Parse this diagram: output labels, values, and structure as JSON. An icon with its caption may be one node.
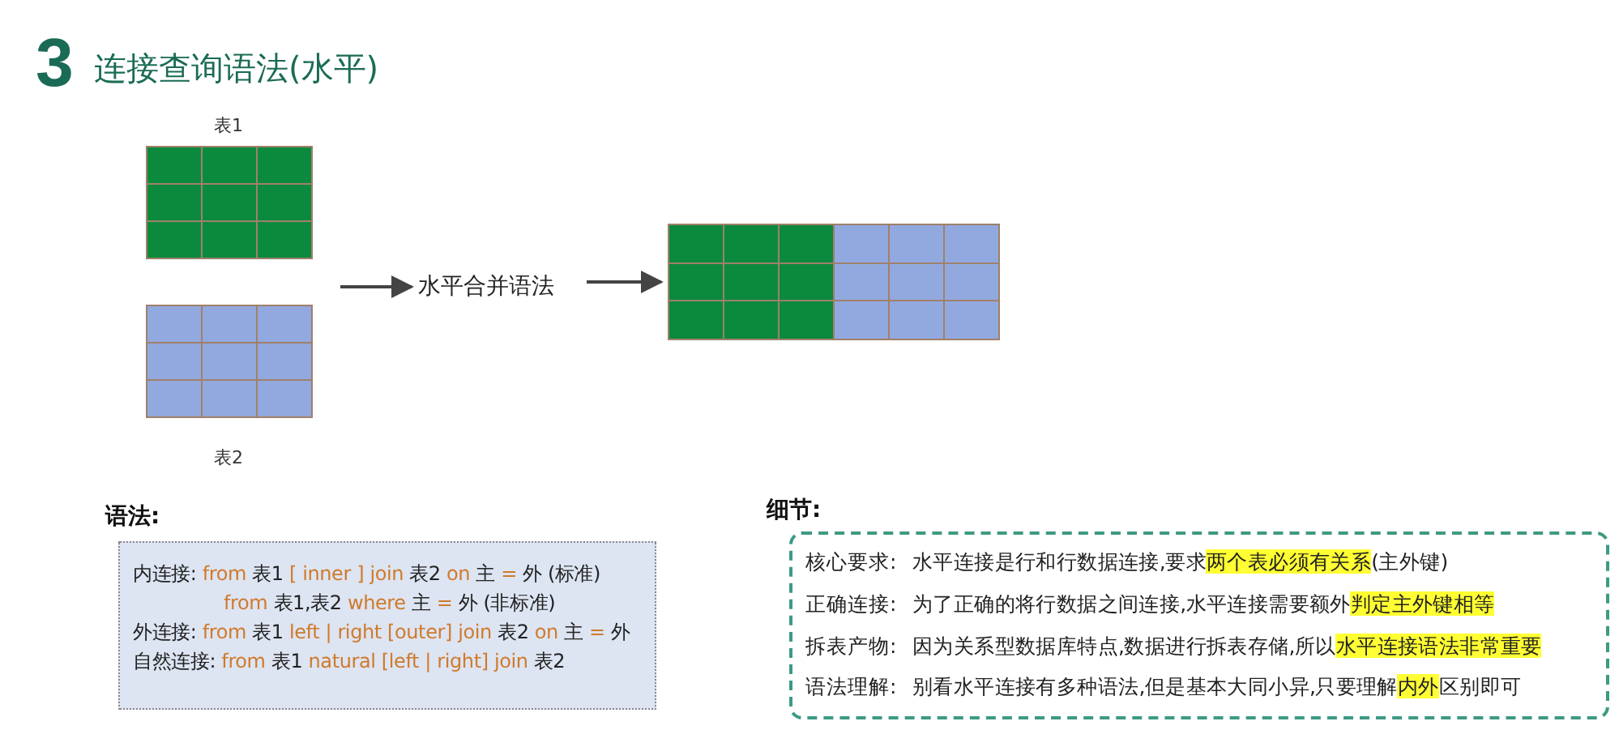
{
  "diagram": {
    "title": "连接查询语法(水平)",
    "nodes": [
      {
        "text": [],
        "shape": "table",
        "beside": [
          "表1"
        ]
      },
      {
        "text": [],
        "shape": "table",
        "beside": [
          "表2"
        ]
      },
      {
        "text": [
          "水平合并语法"
        ]
      },
      {
        "text": [],
        "shape": "table"
      },
      {
        "text": [
          "语法:",
          "内连接: from 表1 [ inner ] join 表2 on 主 = 外 (标准)",
          "from 表1,表2 where 主 = 外 (非标准)",
          "外连接: from 表1 left | right [outer] join 表2 on 主 = 外",
          "自然连接: from 表1 natural [left | right] join 表2"
        ]
      },
      {
        "text": [
          "细节:",
          "核心要求:",
          "水平连接是行和行数据连接,要求**两个表必须有关系**(主外键)",
          "正确连接:",
          "为了正确的将行数据之间连接,水平连接需要额外**判定主外键相等**",
          "拆表产物:",
          "因为关系型数据库特点,数据进行拆表存储,所以**水平连接语法非常重要**",
          "语法理解:",
          "别看水平连接有多种语法,但是基本大同小异,只要理解**内外**区别即可"
        ]
      }
    ],
    "edges": [
      {
        "from": null,
        "to": 2,
        "arrow": "to"
      },
      {
        "from": 2,
        "to": 3,
        "arrow": "to"
      }
    ],
    "labels": [
      "3"
    ]
  }
}
